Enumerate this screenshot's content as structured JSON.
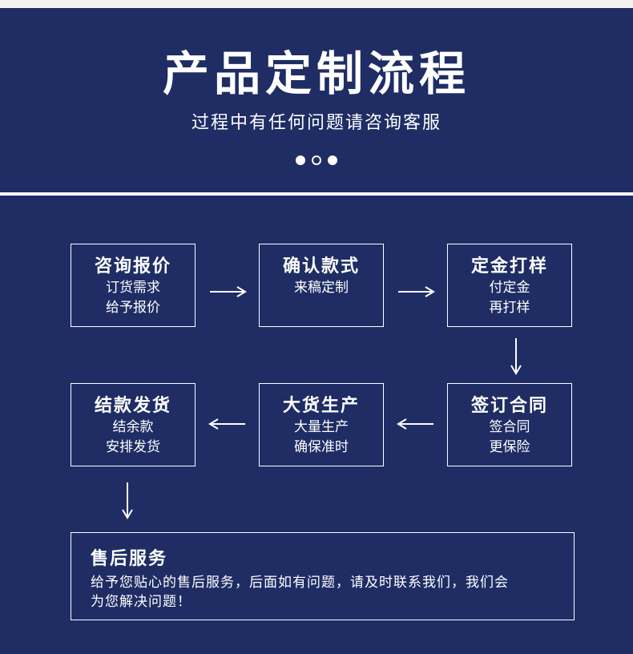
{
  "header": {
    "title": "产品定制流程",
    "subtitle": "过程中有任何问题请咨询客服"
  },
  "steps": [
    {
      "title": "咨询报价",
      "lines": [
        "订货需求",
        "给予报价"
      ]
    },
    {
      "title": "确认款式",
      "lines": [
        "来稿定制"
      ]
    },
    {
      "title": "定金打样",
      "lines": [
        "付定金",
        "再打样"
      ]
    },
    {
      "title": "签订合同",
      "lines": [
        "签合同",
        "更保险"
      ]
    },
    {
      "title": "大货生产",
      "lines": [
        "大量生产",
        "确保准时"
      ]
    },
    {
      "title": "结款发货",
      "lines": [
        "结余款",
        "安排发货"
      ]
    }
  ],
  "service": {
    "title": "售后服务",
    "desc_line1": "给予您贴心的售后服务，后面如有问题，请及时联系我们，我们会",
    "desc_line2": "为您解决问题！"
  }
}
